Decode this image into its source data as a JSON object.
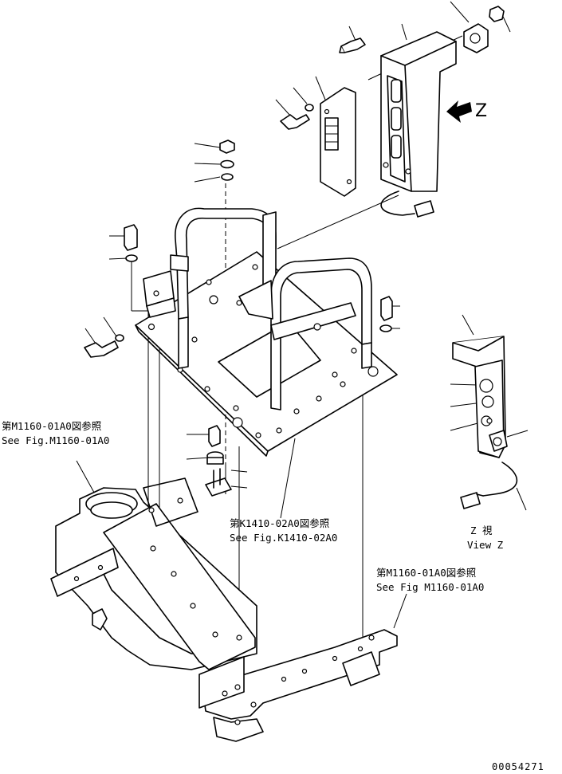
{
  "references": [
    {
      "jp": "第M1160-01A0図参照",
      "en": "See Fig.M1160-01A0"
    },
    {
      "jp": "第K1410-02A0図参照",
      "en": "See Fig.K1410-02A0"
    },
    {
      "jp": "第M1160-01A0図参照",
      "en": "See Fig M1160-01A0"
    }
  ],
  "view_arrow_label": "Z",
  "view_title": {
    "jp": "Z 視",
    "en": "View Z"
  },
  "drawing_number": "00054271"
}
